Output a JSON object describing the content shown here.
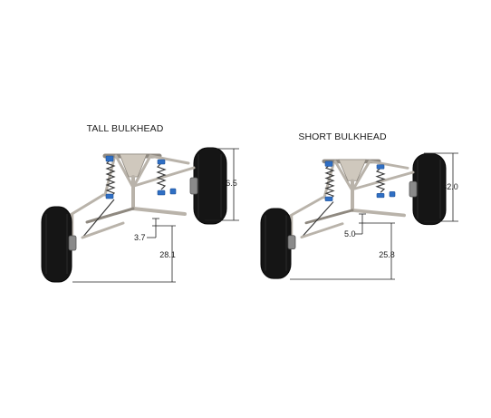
{
  "diagrams": [
    {
      "title": "TALL BULKHEAD",
      "dim_height": "36.5",
      "dim_offset": "3.7",
      "dim_ground": "28.1"
    },
    {
      "title": "SHORT BULKHEAD",
      "dim_height": "32.0",
      "dim_offset": "5.0",
      "dim_ground": "25.8"
    }
  ],
  "colors": {
    "tire": "#151515",
    "frame": "#b9b3aa",
    "shock_accent": "#2f6fc4",
    "dimension_line": "#222222"
  }
}
